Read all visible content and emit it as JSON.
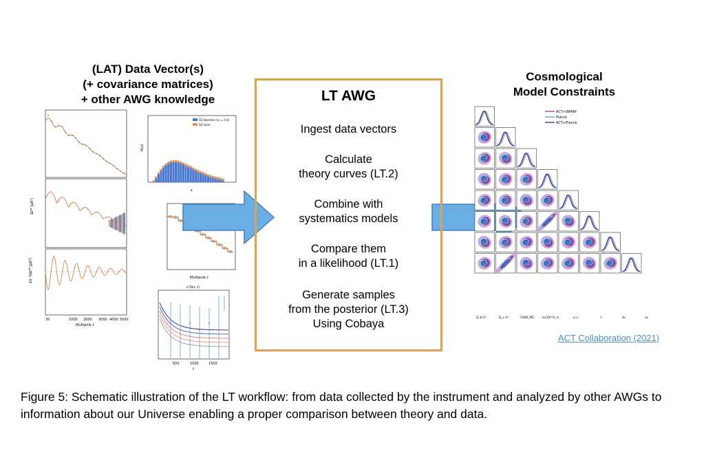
{
  "left_header": {
    "line1": "(LAT) Data Vector(s)",
    "line2": "(+ covariance matrices)",
    "line3": "+ other AWG knowledge"
  },
  "center": {
    "title": "LT AWG",
    "steps": [
      {
        "l1": "Ingest data vectors",
        "l2": ""
      },
      {
        "l1": "Calculate",
        "l2": "theory curves (LT.2)"
      },
      {
        "l1": "Combine with",
        "l2": "systematics models"
      },
      {
        "l1": "Compare them",
        "l2": "in a likelihood (LT.1)"
      },
      {
        "l1": "Generate samples",
        "l2": "from the posterior (LT.3)",
        "l3": "Using Cobaya"
      }
    ]
  },
  "right_header": {
    "line1": "Cosmological",
    "line2": "Model Constraints"
  },
  "credit": "ACT Collaboration (2021)",
  "caption": "Figure 5: Schematic illustration of the LT workflow: from data collected by the instrument and analyzed by other AWGs to information about our Universe enabling a proper comparison between theory and data.",
  "colors": {
    "arrow": "#6aaee6",
    "arrow_stroke": "#4a7fb5",
    "box_border": "#e3a04e",
    "act_wmap": "#7b2d8e",
    "planck": "#4a90d9",
    "act_planck": "#1a237e"
  },
  "left_plots": {
    "tt_xlabel": "Multipole ℓ",
    "ee_ylabel": "𝒟ℓᴱᴱ [μK²]",
    "te_ylabel": "10⁻³ℓ𝒟ℓᵀᴱ [μK²]",
    "te_ticks": [
      "30",
      "1000",
      "2000",
      "3000",
      "4000",
      "5000"
    ],
    "nz_legend": [
      "SO Baseline (ε₀ = 0.4)",
      "SO Goal"
    ],
    "nz_xlabel": "z",
    "nz_ylabel": "N(z)",
    "cl_xlabel": "Multipole ℓ",
    "cl2_title": "κᵀ[Bin 1]",
    "cl2_xlabel": "ℓ",
    "cl2_ticks": [
      "500",
      "1000",
      "1500"
    ]
  },
  "triangle": {
    "legend": [
      "ACT+WMAP",
      "Planck",
      "ACT+Planck"
    ],
    "params": [
      "Ω_b h²",
      "Ω_c h²",
      "100θ_MC",
      "ln(10¹⁰A_s)",
      "n_s",
      "τ",
      "H₀",
      "σ₈"
    ]
  }
}
